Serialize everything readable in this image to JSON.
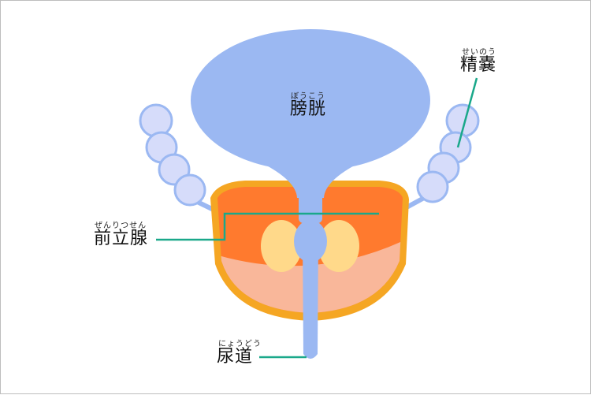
{
  "labels": {
    "bladder": {
      "ruby": "ぼうこう",
      "text": "膀胱"
    },
    "seminal": {
      "ruby": "せいのう",
      "text": "精嚢"
    },
    "prostate": {
      "ruby": "ぜんりつせん",
      "text": "前立腺"
    },
    "urethra": {
      "ruby": "にょうどう",
      "text": "尿道"
    }
  },
  "colors": {
    "bladder": "#9bb8f2",
    "seminal_vesicle": "#d6dcfa",
    "seminal_outline": "#9bb8f2",
    "prostate_outer": "#f5a623",
    "prostate_inner": "#ff7a2e",
    "prostate_lower": "#f9b79a",
    "prostate_lobes": "#ffd98a",
    "leader_line": "#1aa88a"
  }
}
